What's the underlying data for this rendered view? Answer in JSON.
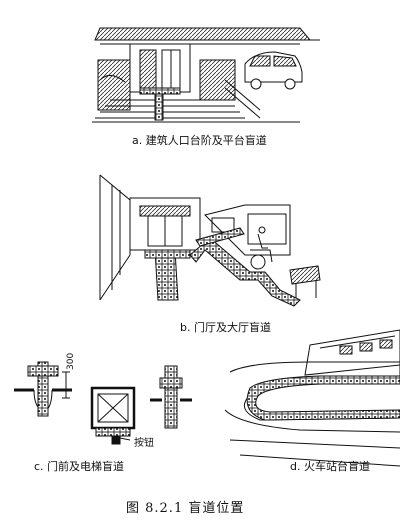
{
  "panels": {
    "a": {
      "caption": "a. 建筑人口台阶及平台盲道"
    },
    "b": {
      "caption": "b. 门厅及大厅盲道"
    },
    "c": {
      "caption": "c. 门前及电梯盲道",
      "dimension_label": "300",
      "button_label": "按钮"
    },
    "d": {
      "caption": "d. 火车站台盲道"
    }
  },
  "figure": {
    "caption": "图 8.2.1   盲道位置"
  },
  "colors": {
    "ink": "#111111",
    "paper": "#ffffff"
  }
}
